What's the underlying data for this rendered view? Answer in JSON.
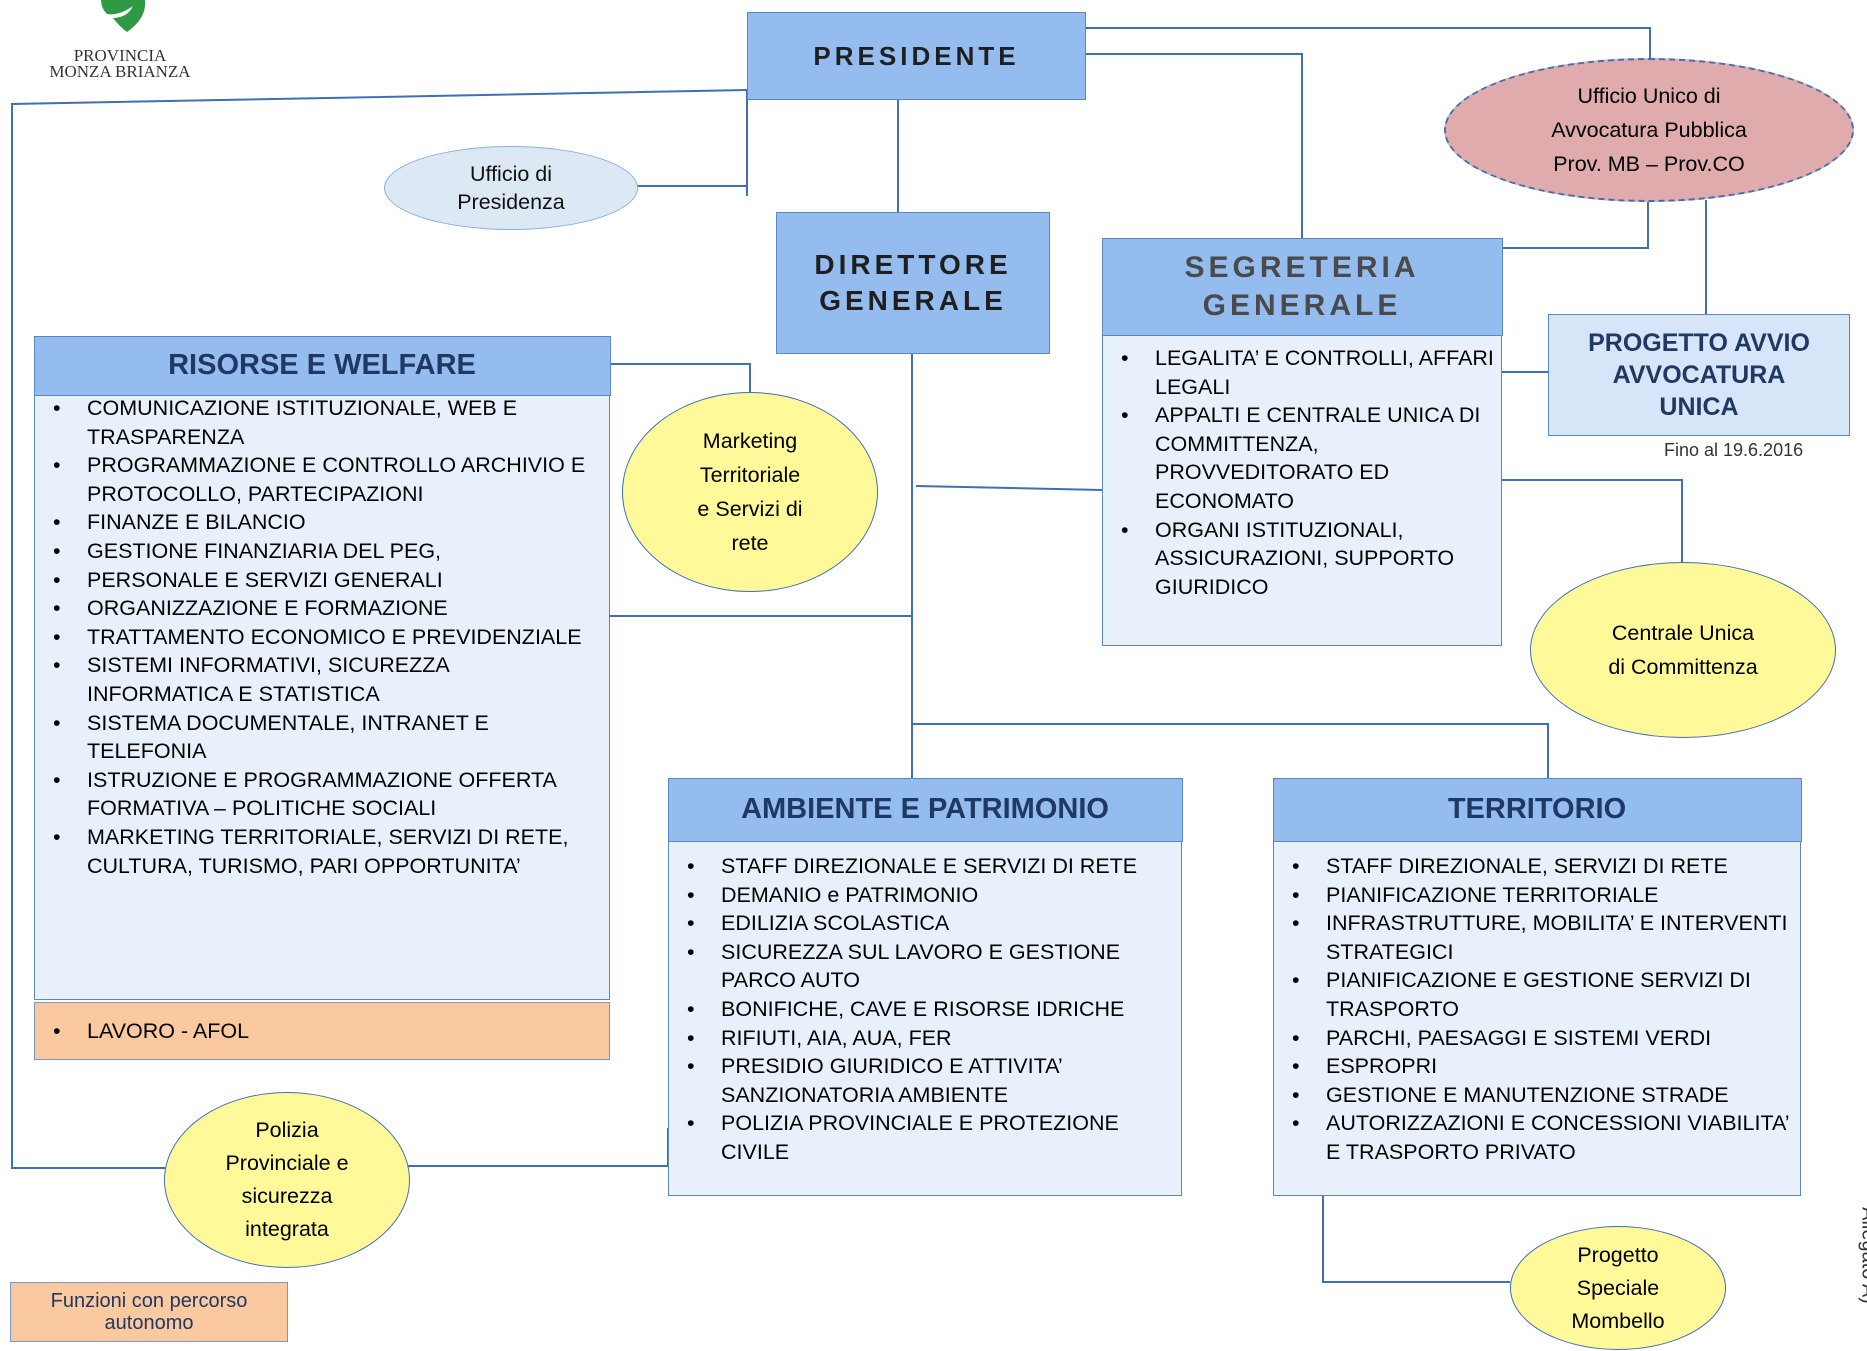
{
  "logo": {
    "line1": "PROVINCIA",
    "line2": "MONZA BRIANZA"
  },
  "presidente": "PRESIDENTE",
  "ufficio_presidenza": {
    "line1": "Ufficio di",
    "line2": "Presidenza"
  },
  "direttore": {
    "line1": "DIRETTORE",
    "line2": "GENERALE"
  },
  "segreteria": {
    "line1": "SEGRETERIA",
    "line2": "GENERALE",
    "items": [
      "LEGALITA’ E CONTROLLI, AFFARI LEGALI",
      "APPALTI E CENTRALE UNICA DI COMMITTENZA, PROVVEDITORATO ED ECONOMATO",
      "ORGANI ISTITUZIONALI, ASSICURAZIONI, SUPPORTO GIURIDICO"
    ]
  },
  "avvocatura": {
    "line1": "Ufficio Unico di",
    "line2": "Avvocatura Pubblica",
    "line3": "Prov. MB – Prov.CO"
  },
  "progetto_avvio": {
    "line1": "PROGETTO AVVIO",
    "line2": "AVVOCATURA",
    "line3": "UNICA",
    "note": "Fino al 19.6.2016"
  },
  "risorse": {
    "title": "RISORSE E WELFARE",
    "items": [
      "COMUNICAZIONE ISTITUZIONALE, WEB E TRASPARENZA",
      "PROGRAMMAZIONE E CONTROLLO ARCHIVIO E PROTOCOLLO, PARTECIPAZIONI",
      "FINANZE E BILANCIO",
      "GESTIONE FINANZIARIA DEL PEG,",
      "PERSONALE E SERVIZI GENERALI",
      "ORGANIZZAZIONE E FORMAZIONE",
      "TRATTAMENTO ECONOMICO E PREVIDENZIALE",
      "SISTEMI INFORMATIVI, SICUREZZA INFORMATICA E STATISTICA",
      "SISTEMA DOCUMENTALE, INTRANET E TELEFONIA",
      "ISTRUZIONE E PROGRAMMAZIONE OFFERTA FORMATIVA – POLITICHE SOCIALI",
      "MARKETING TERRITORIALE, SERVIZI DI RETE, CULTURA, TURISMO, PARI OPPORTUNITA’"
    ],
    "lavoro": "LAVORO - AFOL"
  },
  "marketing": {
    "line1": "Marketing",
    "line2": "Territoriale",
    "line3": "e Servizi di",
    "line4": "rete"
  },
  "centrale": {
    "line1": "Centrale Unica",
    "line2": "di Committenza"
  },
  "ambiente": {
    "title": "AMBIENTE E PATRIMONIO",
    "items": [
      "STAFF DIREZIONALE E SERVIZI DI RETE",
      "DEMANIO e PATRIMONIO",
      "EDILIZIA SCOLASTICA",
      "SICUREZZA SUL LAVORO E GESTIONE PARCO AUTO",
      "BONIFICHE, CAVE E RISORSE IDRICHE",
      "RIFIUTI, AIA, AUA, FER",
      "PRESIDIO GIURIDICO E ATTIVITA’ SANZIONATORIA AMBIENTE",
      "POLIZIA PROVINCIALE E PROTEZIONE CIVILE"
    ]
  },
  "territorio": {
    "title": "TERRITORIO",
    "items": [
      "STAFF DIREZIONALE, SERVIZI DI RETE",
      "PIANIFICAZIONE TERRITORIALE",
      "INFRASTRUTTURE, MOBILITA’ E INTERVENTI STRATEGICI",
      "PIANIFICAZIONE E GESTIONE SERVIZI DI TRASPORTO",
      "PARCHI, PAESAGGI E SISTEMI VERDI",
      "ESPROPRI",
      "GESTIONE E MANUTENZIONE STRADE",
      "AUTORIZZAZIONI E CONCESSIONI VIABILITA’ E TRASPORTO PRIVATO"
    ]
  },
  "polizia": {
    "line1": "Polizia",
    "line2": "Provinciale e",
    "line3": "sicurezza",
    "line4": "integrata"
  },
  "mombello": {
    "line1": "Progetto",
    "line2": "Speciale",
    "line3": "Mombello"
  },
  "legend": {
    "line1": "Funzioni con percorso",
    "line2": "autonomo"
  },
  "side_text": "Allegato A)",
  "colors": {
    "dark_box": "#94bcef",
    "light_box": "#e8f1fb",
    "line": "#3f6fb4",
    "yellow": "#fff99a",
    "orange": "#fbc9a0",
    "pink": "#dfabad"
  }
}
